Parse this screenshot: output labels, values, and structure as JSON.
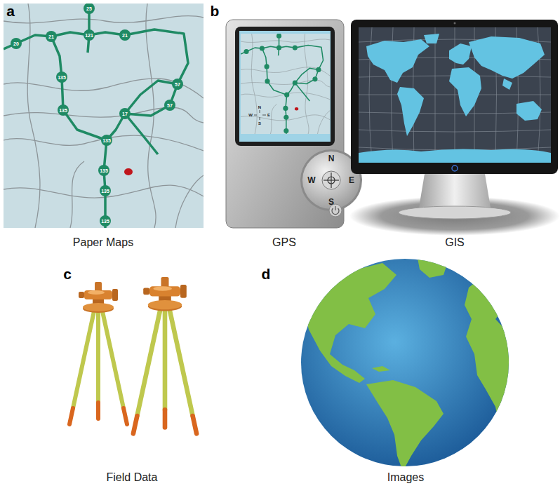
{
  "diagram": {
    "labels": [
      "a",
      "Paper Maps",
      "25",
      "21",
      "20",
      "121",
      "21",
      "57",
      "57",
      "135",
      "135",
      "17",
      "135",
      "135",
      "135",
      "135",
      "b",
      "GPS",
      "N",
      "W",
      "E",
      "S",
      "N",
      "W",
      "E",
      "S",
      "GIS",
      "c",
      "Field Data",
      "d",
      "Images"
    ]
  }
}
